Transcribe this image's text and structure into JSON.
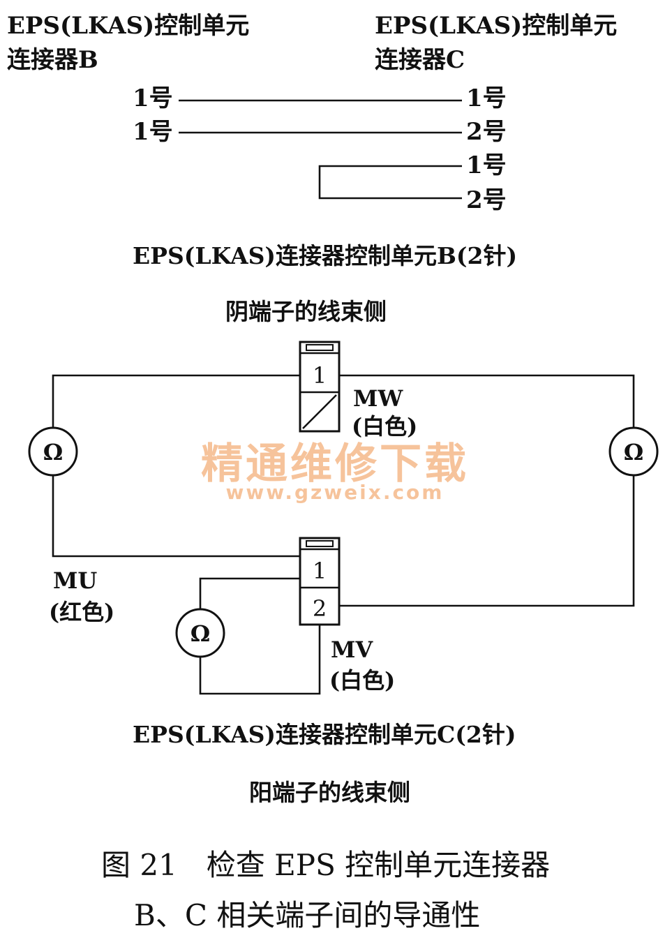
{
  "top": {
    "left_header_line1": "EPS(LKAS)控制单元",
    "left_header_line2": "连接器B",
    "right_header_line1": "EPS(LKAS)控制单元",
    "right_header_line2": "连接器C",
    "rows": [
      {
        "left": "1号",
        "right": "1号"
      },
      {
        "left": "1号",
        "right": "2号"
      },
      {
        "left": "",
        "right": "1号"
      },
      {
        "left": "",
        "right": "2号"
      }
    ]
  },
  "connector_b": {
    "title": "EPS(LKAS)连接器控制单元B(2针)",
    "subtitle": "阴端子的线束侧",
    "pin1": "1",
    "wire_code": "MW",
    "wire_color": "(白色)"
  },
  "connector_c": {
    "title": "EPS(LKAS)连接器控制单元C(2针)",
    "subtitle": "阳端子的线束侧",
    "pin1": "1",
    "pin2": "2",
    "wire_mu_code": "MU",
    "wire_mu_color": "(红色)",
    "wire_mv_code": "MV",
    "wire_mv_color": "(白色)"
  },
  "meter_symbol": "Ω",
  "watermark": {
    "line1": "精通维修下载",
    "line2": "www.gzweix.com",
    "color": "#f5b98a"
  },
  "caption": {
    "line1": "图 21　检查 EPS 控制单元连接器",
    "line2": "B、C 相关端子间的导通性"
  }
}
